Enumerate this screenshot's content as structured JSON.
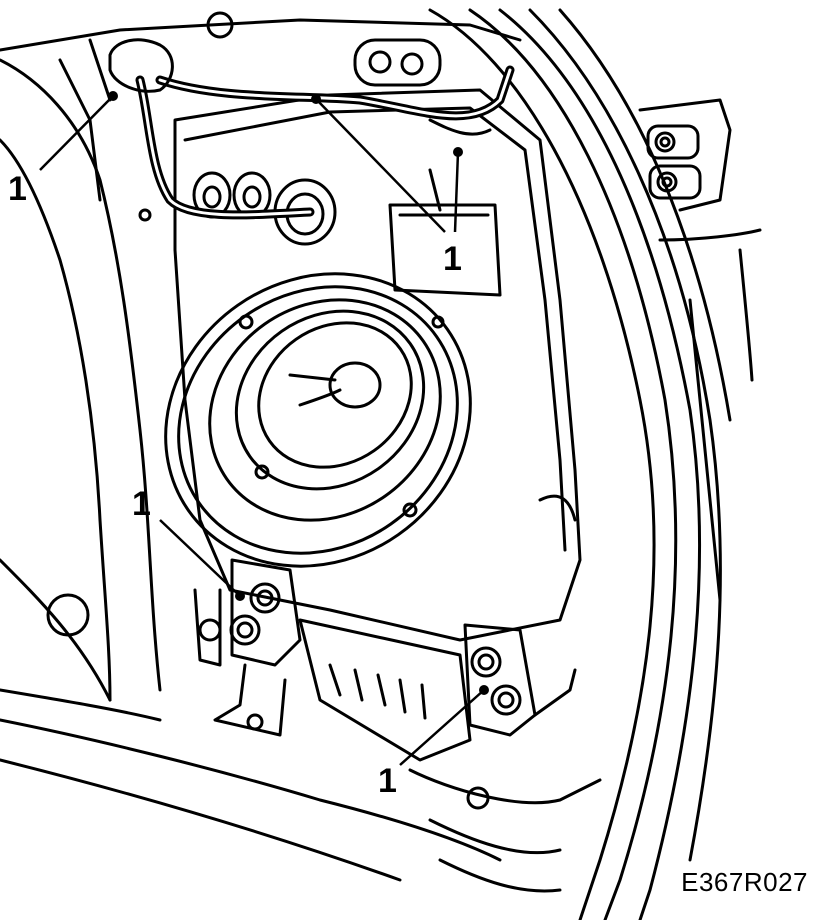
{
  "callouts": [
    {
      "label": "1"
    },
    {
      "label": "1"
    },
    {
      "label": "1"
    },
    {
      "label": "1"
    }
  ],
  "figure_code": "E367R027"
}
